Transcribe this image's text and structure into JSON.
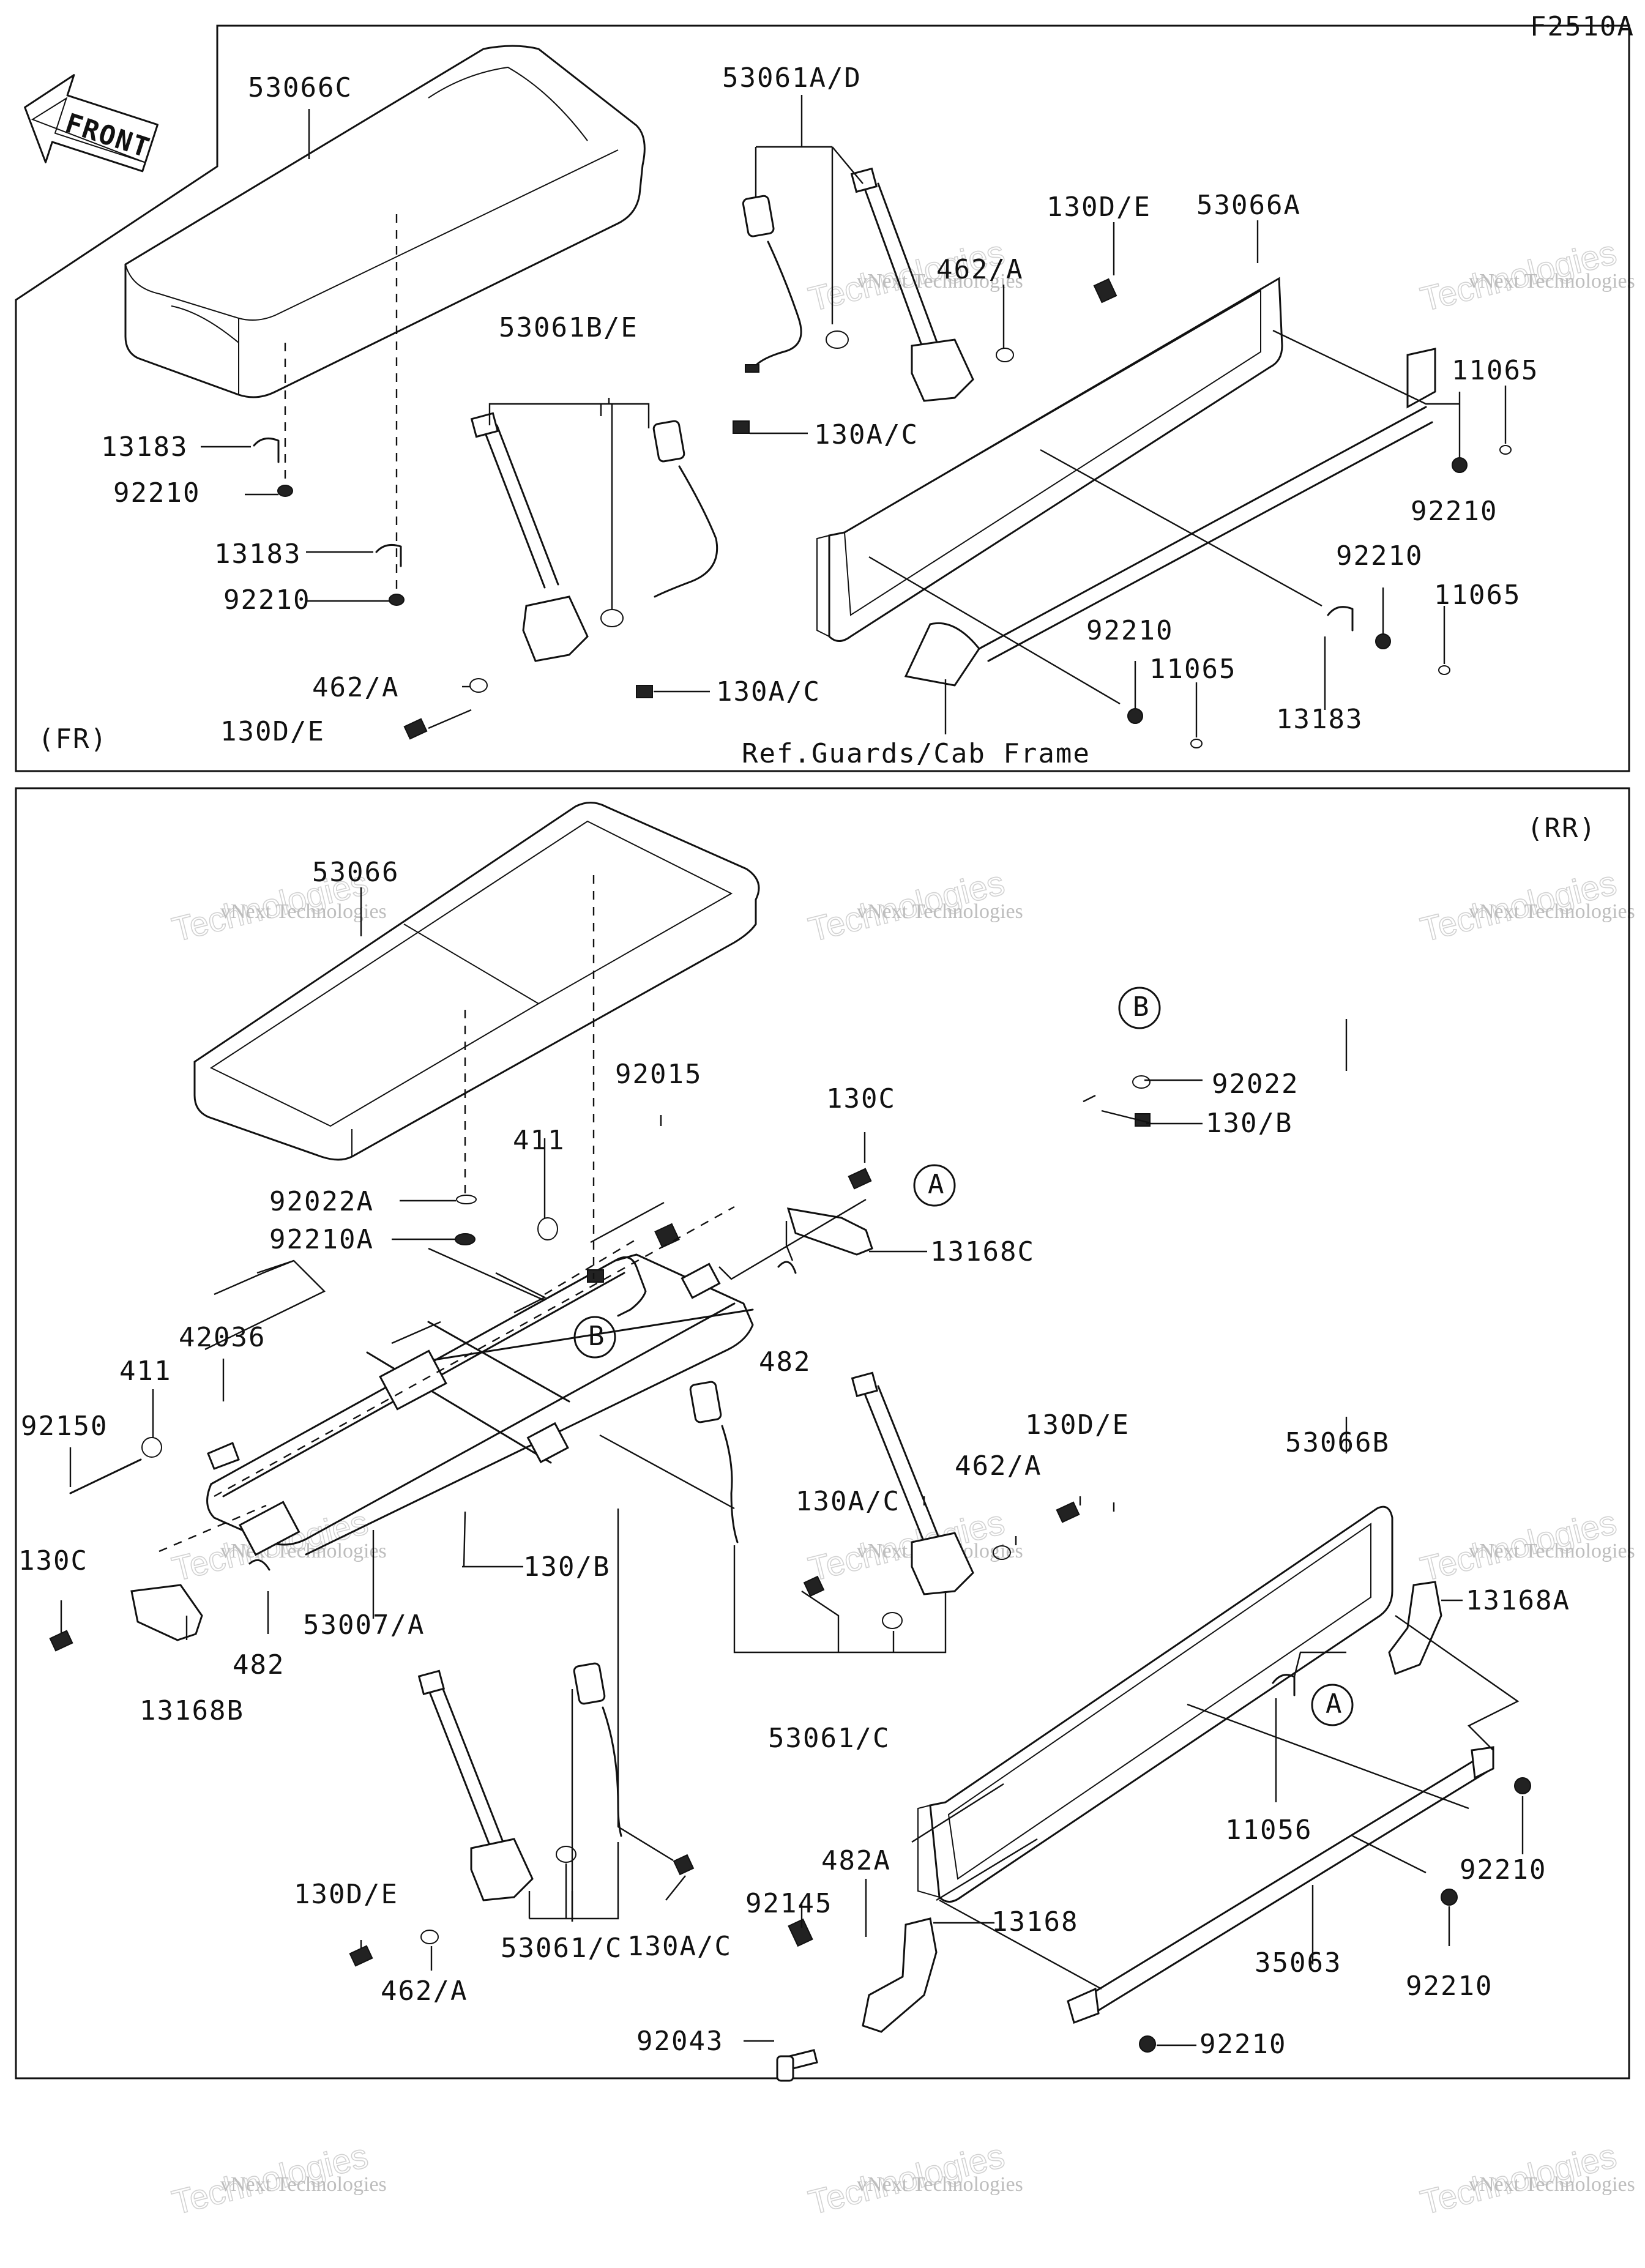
{
  "figure_code": "F2510A",
  "front_arrow": "FRONT",
  "panels": {
    "front": {
      "label": "(FR)",
      "note": "Ref.Guards/Cab Frame",
      "callouts": [
        {
          "text": "53066C"
        },
        {
          "text": "53061A/D"
        },
        {
          "text": "130D/E"
        },
        {
          "text": "53066A"
        },
        {
          "text": "462/A"
        },
        {
          "text": "11065"
        },
        {
          "text": "53061B/E"
        },
        {
          "text": "130A/C"
        },
        {
          "text": "13183"
        },
        {
          "text": "92210"
        },
        {
          "text": "13183"
        },
        {
          "text": "92210"
        },
        {
          "text": "92210"
        },
        {
          "text": "11065"
        },
        {
          "text": "92210"
        },
        {
          "text": "11065"
        },
        {
          "text": "462/A"
        },
        {
          "text": "130A/C"
        },
        {
          "text": "130D/E"
        },
        {
          "text": "13183"
        },
        {
          "text": "92210"
        }
      ]
    },
    "rear": {
      "label": "(RR)",
      "callouts": [
        {
          "text": "53066"
        },
        {
          "text": "B"
        },
        {
          "text": "92022"
        },
        {
          "text": "130/B"
        },
        {
          "text": "92015"
        },
        {
          "text": "130C"
        },
        {
          "text": "411"
        },
        {
          "text": "A"
        },
        {
          "text": "92022A"
        },
        {
          "text": "13168C"
        },
        {
          "text": "92210A"
        },
        {
          "text": "482"
        },
        {
          "text": "B"
        },
        {
          "text": "42036"
        },
        {
          "text": "411"
        },
        {
          "text": "92150"
        },
        {
          "text": "130D/E"
        },
        {
          "text": "53066B"
        },
        {
          "text": "462/A"
        },
        {
          "text": "130A/C"
        },
        {
          "text": "130/B"
        },
        {
          "text": "130C"
        },
        {
          "text": "13168A"
        },
        {
          "text": "53007/A"
        },
        {
          "text": "482"
        },
        {
          "text": "A"
        },
        {
          "text": "13168B"
        },
        {
          "text": "53061/C"
        },
        {
          "text": "11056"
        },
        {
          "text": "482A"
        },
        {
          "text": "92210"
        },
        {
          "text": "92145"
        },
        {
          "text": "13168"
        },
        {
          "text": "130D/E"
        },
        {
          "text": "130A/C"
        },
        {
          "text": "35063"
        },
        {
          "text": "53061/C"
        },
        {
          "text": "92210"
        },
        {
          "text": "462/A"
        },
        {
          "text": "92043"
        },
        {
          "text": "92210"
        }
      ]
    }
  },
  "watermark": {
    "line1": "vNext Technologies",
    "line2": "Technologies"
  }
}
